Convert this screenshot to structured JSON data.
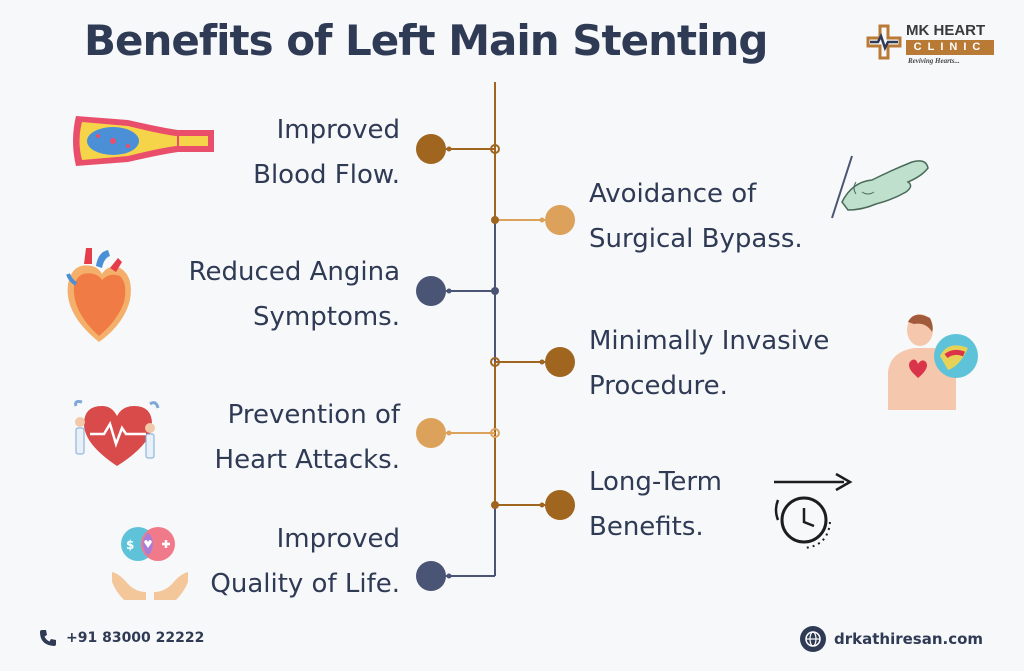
{
  "title": "Benefits of Left Main Stenting",
  "logo": {
    "name": "MK HEART",
    "clinic": "CLINIC",
    "tagline": "Reviving Hearts..."
  },
  "colors": {
    "brown": "#a0651f",
    "tan": "#dca15a",
    "navy": "#4a5474",
    "text": "#2f3a55"
  },
  "benefits_left": [
    {
      "line1": "Improved",
      "line2": "Blood Flow.",
      "icon": "blood-vessel-icon",
      "dot_color": "#a0651f"
    },
    {
      "line1": "Reduced Angina",
      "line2": "Symptoms.",
      "icon": "heart-anatomy-icon",
      "dot_color": "#4a5474"
    },
    {
      "line1": "Prevention of",
      "line2": "Heart Attacks.",
      "icon": "heart-doctors-icon",
      "dot_color": "#dca15a"
    },
    {
      "line1": "Improved",
      "line2": "Quality of Life.",
      "icon": "hands-health-icon",
      "dot_color": "#4a5474"
    }
  ],
  "benefits_right": [
    {
      "line1": "Avoidance of",
      "line2": "Surgical Bypass.",
      "icon": "surgeon-hand-icon",
      "dot_color": "#dca15a"
    },
    {
      "line1": "Minimally Invasive",
      "line2": "Procedure.",
      "icon": "patient-heart-icon",
      "dot_color": "#a0651f"
    },
    {
      "line1": "Long-Term",
      "line2": "Benefits.",
      "icon": "clock-arrow-icon",
      "dot_color": "#a0651f"
    }
  ],
  "footer": {
    "phone": "+91 83000 22222",
    "website": "drkathiresan.com"
  }
}
